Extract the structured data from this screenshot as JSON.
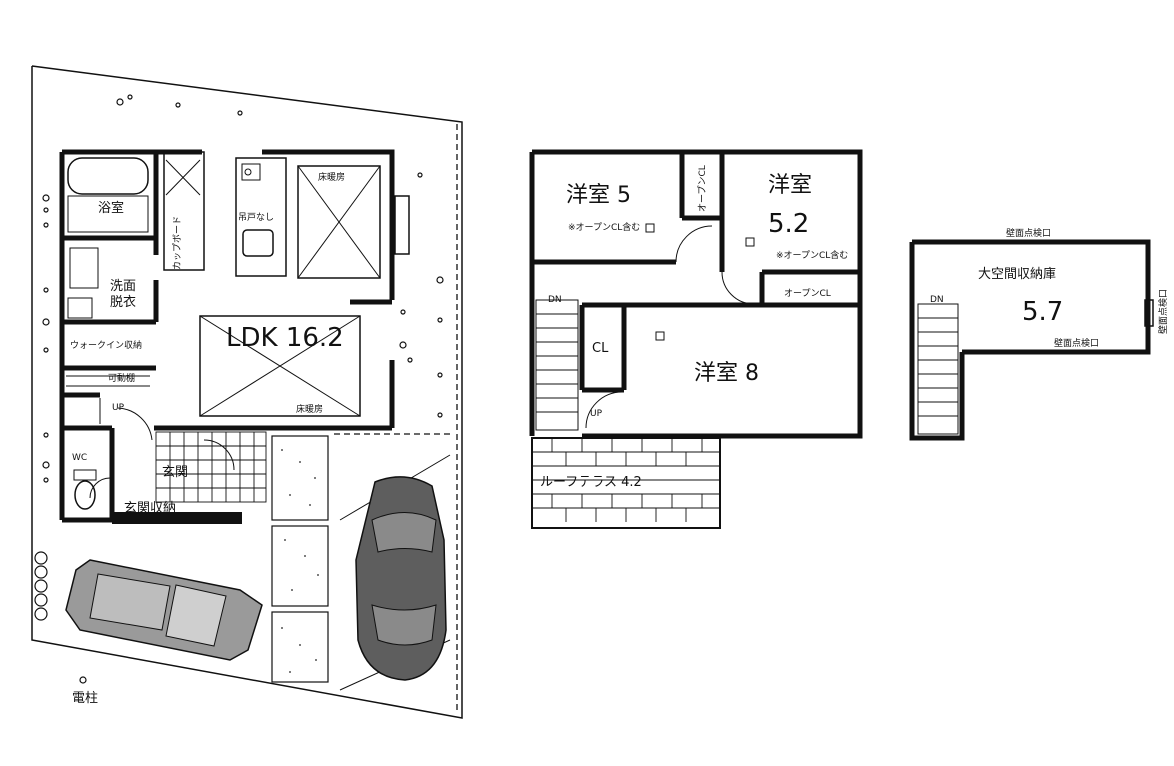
{
  "floor1": {
    "ldk": "LDK 16.2",
    "bath": "浴室",
    "washroom": "洗面\n脱衣",
    "walkin": "ウォークイン収納",
    "movable_shelf": "可動棚",
    "wc": "WC",
    "entrance": "玄関",
    "entrance_storage": "玄関収納",
    "cupboard": "カップボード",
    "utility_pole": "電柱",
    "skylight": "床暖房",
    "no_door": "吊戸なし",
    "up_mark": "UP"
  },
  "floor2": {
    "room_a_name": "洋室 5",
    "room_a_note": "※オープンCL含む",
    "room_b_name": "洋室",
    "room_b_size": "5.2",
    "room_b_note": "※オープンCL含む",
    "open_cl_vertical": "オープンCL",
    "open_cl": "オープンCL",
    "room_c_name": "洋室 8",
    "closet": "CL",
    "dn_mark": "DN",
    "up_mark": "UP",
    "terrace": "ルーフテラス 4.2"
  },
  "floor3": {
    "storage_name": "大空間収納庫",
    "storage_size": "5.7",
    "dn_mark": "DN",
    "window_top": "壁面点検口",
    "window_bottom": "壁面点検口",
    "window_right": "壁面点検口"
  }
}
